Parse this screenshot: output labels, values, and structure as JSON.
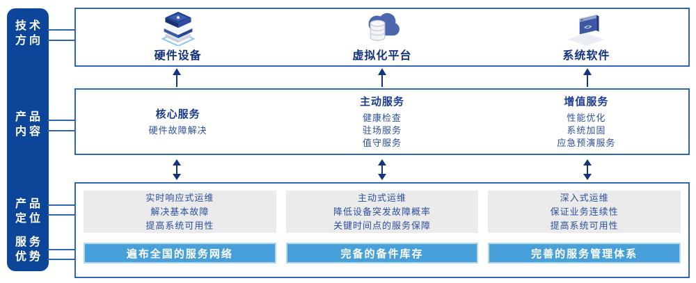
{
  "colors": {
    "sidebar_bg": "#0d4699",
    "box_border": "#2f66b4",
    "arrow_navy": "#14357e",
    "title_navy": "#1a3a8c",
    "body_navy": "#2c4f9e",
    "gray_panel": "#ebebeb",
    "bar_blue": "#47a0d9",
    "bar_border": "#b3d8f0"
  },
  "sidebar": {
    "items": [
      {
        "lines": [
          "技术",
          "方向"
        ]
      },
      {
        "lines": [
          "产品",
          "内容"
        ]
      },
      {
        "lines": [
          "产品",
          "定位"
        ]
      },
      {
        "lines": [
          "服务",
          "优势"
        ]
      }
    ]
  },
  "tech_row": {
    "columns": [
      {
        "icon": "server-stack-icon",
        "label": "硬件设备"
      },
      {
        "icon": "cloud-database-icon",
        "label": "虚拟化平台"
      },
      {
        "icon": "code-window-icon",
        "label": "系统软件"
      }
    ]
  },
  "content_row": {
    "columns": [
      {
        "title": "核心服务",
        "items": [
          "硬件故障解决"
        ]
      },
      {
        "title": "主动服务",
        "items": [
          "健康检查",
          "驻场服务",
          "值守服务"
        ]
      },
      {
        "title": "增值服务",
        "items": [
          "性能优化",
          "系统加固",
          "应急预演服务"
        ]
      }
    ]
  },
  "bottom_row": {
    "columns": [
      {
        "positioning": [
          "实时响应式运维",
          "解决基本故障",
          "提高系统可用性"
        ],
        "advantage": "遍布全国的服务网络"
      },
      {
        "positioning": [
          "主动式运维",
          "降低设备突发故障概率",
          "关键时间点的服务保障"
        ],
        "advantage": "完备的备件库存"
      },
      {
        "positioning": [
          "深入式运维",
          "保证业务连续性",
          "提高系统可用性"
        ],
        "advantage": "完善的服务管理体系"
      }
    ]
  }
}
